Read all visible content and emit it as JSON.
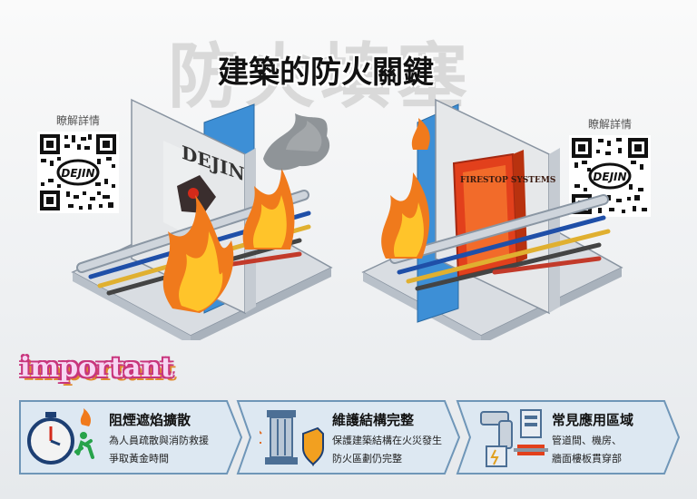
{
  "header": {
    "background_title": "防火填塞",
    "title": "建築的防火關鍵"
  },
  "qr_left": {
    "label": "瞭解詳情",
    "brand": "DEJIN"
  },
  "qr_right": {
    "label": "瞭解詳情",
    "brand": "DEJIN"
  },
  "badge": "important",
  "panels": [
    {
      "title": "阻煙遮焰擴散",
      "line1": "為人員疏散與消防救援",
      "line2": "爭取黃金時間",
      "icon": "stopwatch-runner-icon"
    },
    {
      "title": "維護結構完整",
      "line1": "保護建築結構在火災發生",
      "line2": "防火區劃仍完整",
      "icon": "pillar-shield-icon"
    },
    {
      "title": "常見應用區域",
      "line1": "管道間、機房、",
      "line2": "牆面樓板貫穿部",
      "icon": "pipes-panel-icon"
    }
  ],
  "colors": {
    "panel_fill": "#dde8f2",
    "panel_border": "#6f96b8",
    "flame": "#f07a1c",
    "firestop": "#e2401c"
  }
}
